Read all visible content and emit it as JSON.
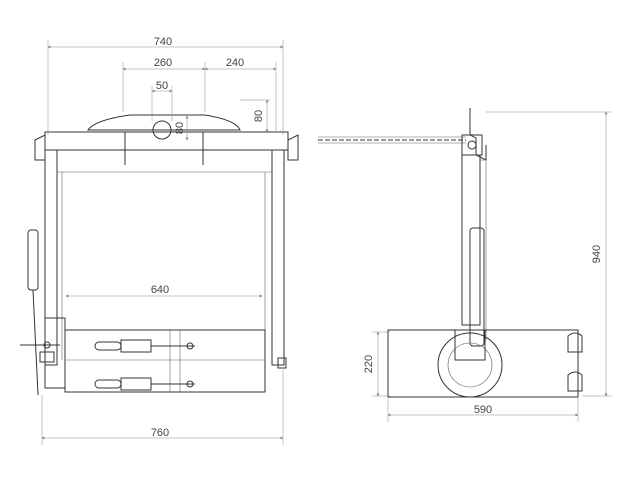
{
  "dimensions": {
    "front_top_width": "740",
    "front_inner_width": "260",
    "front_right_offset": "240",
    "slot_width": "50",
    "slot_height": "80",
    "hook_height": "80",
    "front_inner_frame": "640",
    "front_bottom_width": "760",
    "side_total_height": "940",
    "side_box_height": "220",
    "side_box_width": "590"
  },
  "colors": {
    "line": "#333333",
    "dim_line": "#888888",
    "text": "#444444"
  }
}
